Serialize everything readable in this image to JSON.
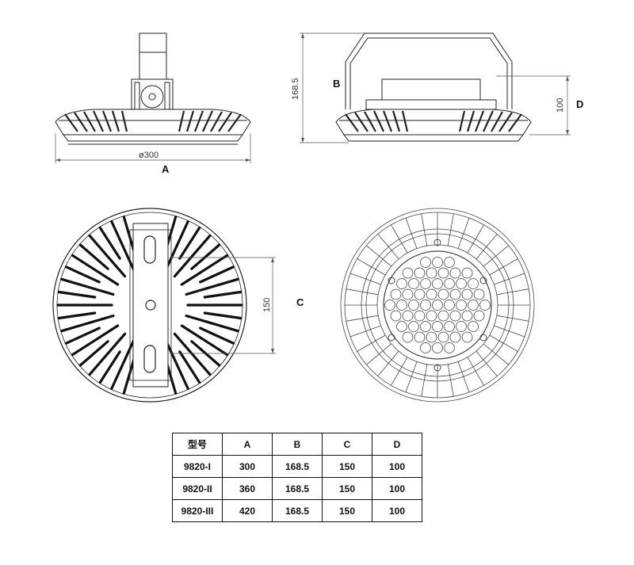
{
  "labels": {
    "A": "A",
    "B": "B",
    "C": "C",
    "D": "D"
  },
  "dimensions": {
    "diameter": "ø300",
    "height": "168.5",
    "bracket": "100",
    "mount": "150"
  },
  "table": {
    "headers": [
      "型号",
      "A",
      "B",
      "C",
      "D"
    ],
    "rows": [
      [
        "9820-I",
        "300",
        "168.5",
        "150",
        "100"
      ],
      [
        "9820-II",
        "360",
        "168.5",
        "150",
        "100"
      ],
      [
        "9820-III",
        "420",
        "168.5",
        "150",
        "100"
      ]
    ]
  }
}
